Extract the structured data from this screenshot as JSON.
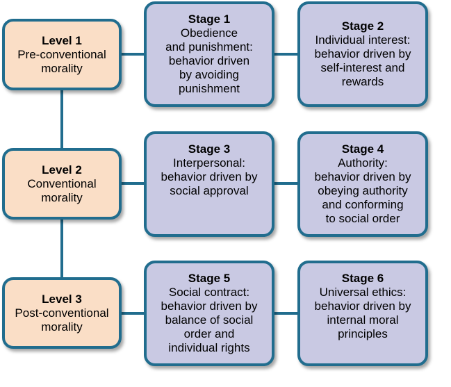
{
  "levels": [
    {
      "title": "Level 1",
      "desc": "Pre-conventional\nmorality"
    },
    {
      "title": "Level 2",
      "desc": "Conventional\nmorality"
    },
    {
      "title": "Level 3",
      "desc": "Post-conventional\nmorality"
    }
  ],
  "stages": [
    {
      "title": "Stage 1",
      "desc": "Obedience\nand punishment:\nbehavior driven\nby avoiding\npunishment"
    },
    {
      "title": "Stage 2",
      "desc": "Individual interest:\nbehavior driven by\nself-interest and\nrewards"
    },
    {
      "title": "Stage 3",
      "desc": "Interpersonal:\nbehavior driven by\nsocial approval"
    },
    {
      "title": "Stage 4",
      "desc": "Authority:\nbehavior driven by\nobeying authority\nand conforming\nto social order"
    },
    {
      "title": "Stage 5",
      "desc": "Social contract:\nbehavior driven by\nbalance of social\norder and\nindividual rights"
    },
    {
      "title": "Stage 6",
      "desc": "Universal ethics:\nbehavior driven by\ninternal moral\nprinciples"
    }
  ]
}
